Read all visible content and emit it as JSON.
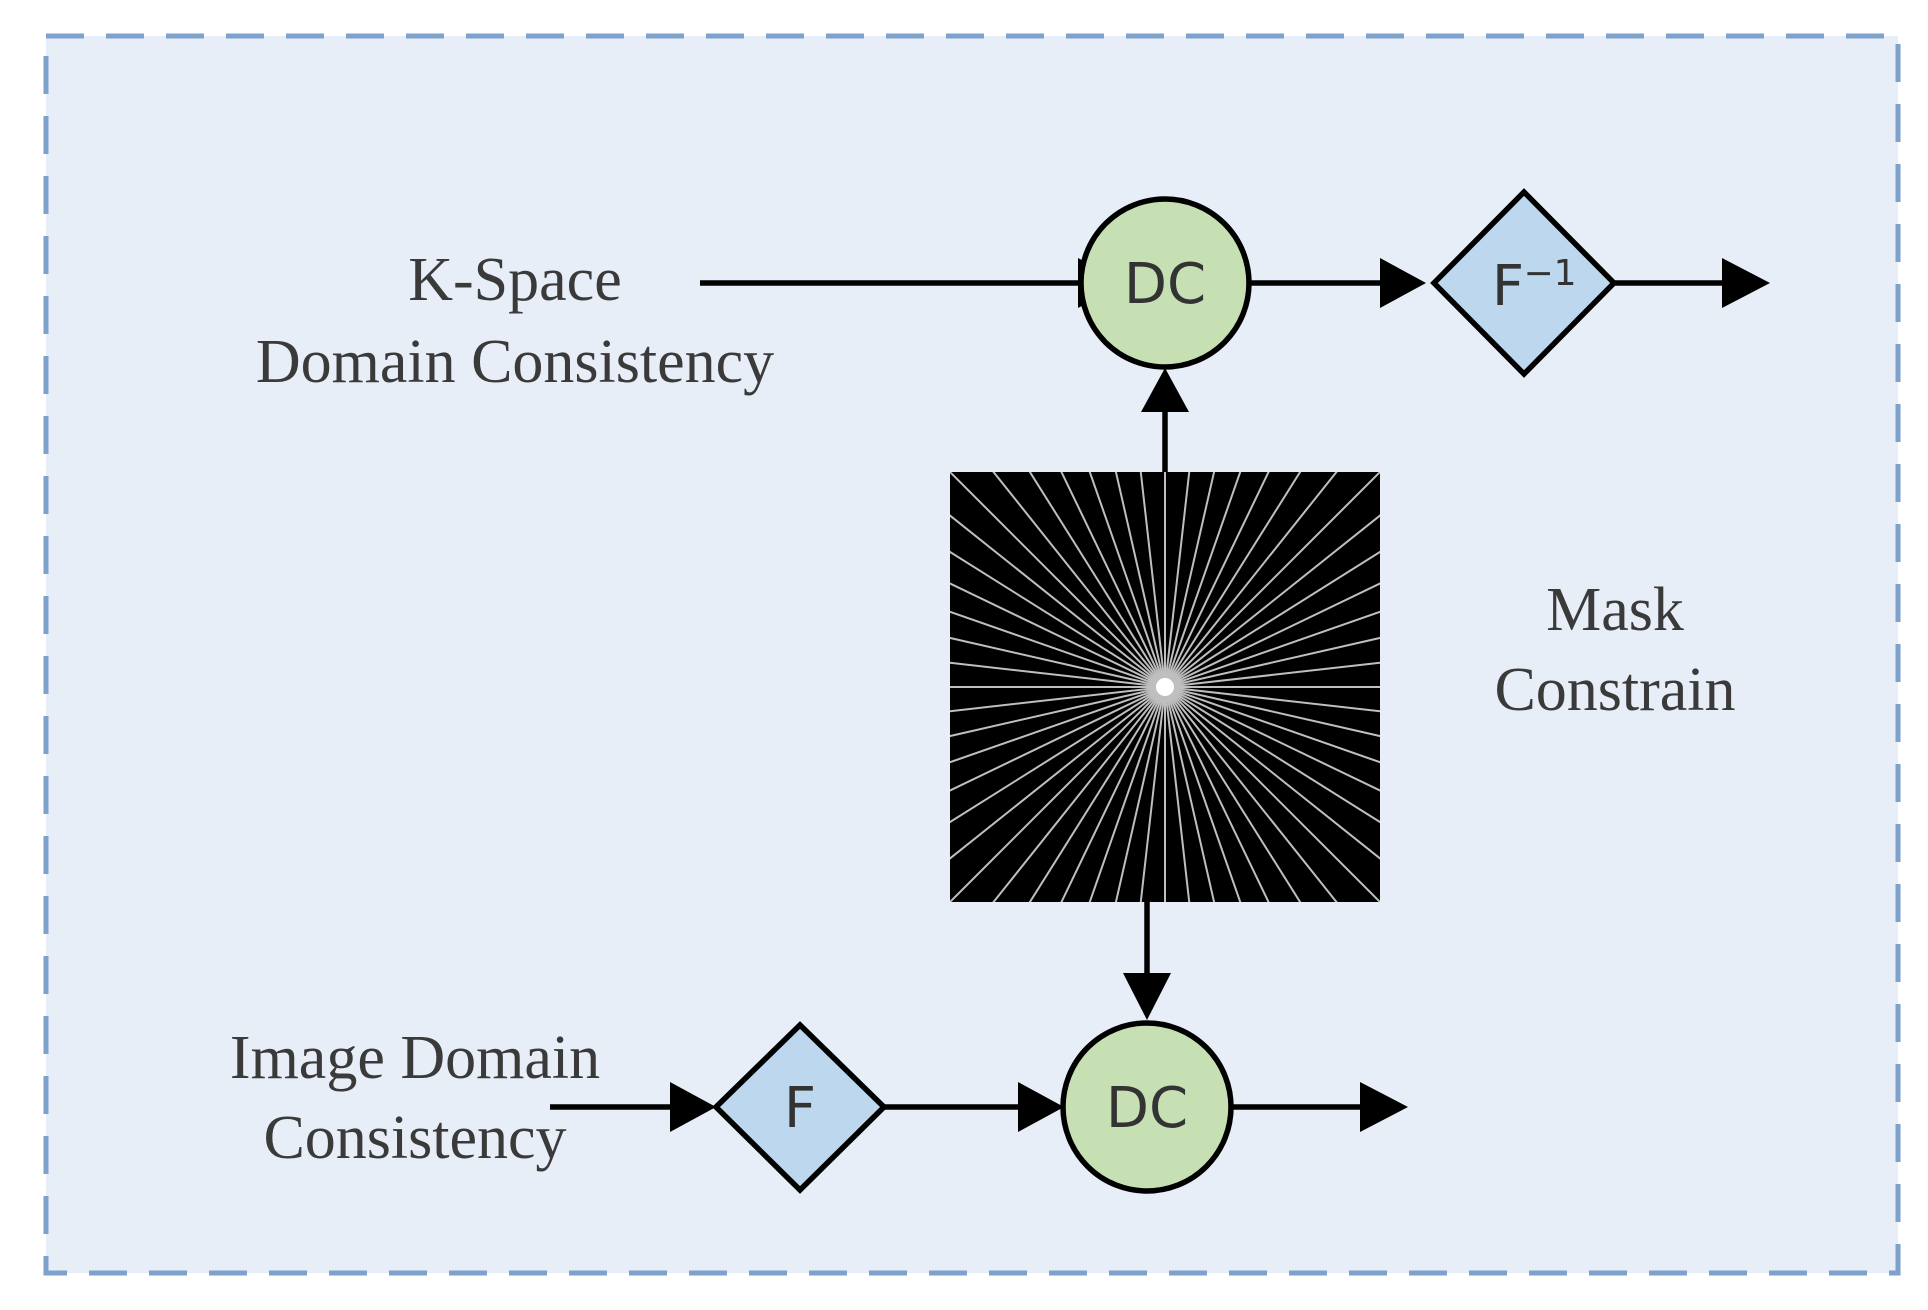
{
  "diagram": {
    "kspace_label_line1": "K-Space",
    "kspace_label_line2": "Domain Consistency",
    "image_label_line1": "Image Domain",
    "image_label_line2": "Consistency",
    "mask_label_line1": "Mask",
    "mask_label_line2": "Constrain",
    "dc_top_label": "DC",
    "dc_bottom_label": "DC",
    "inverse_fourier_base": "F",
    "inverse_fourier_sup": "−1",
    "fourier_label": "F",
    "colors": {
      "panel_fill": "#e8eef7",
      "panel_border": "#7da2cc",
      "circle_fill": "#c6e0b4",
      "diamond_fill": "#bdd7ee",
      "mask_background": "#000000",
      "mask_rays": "#bfbfbf"
    }
  }
}
